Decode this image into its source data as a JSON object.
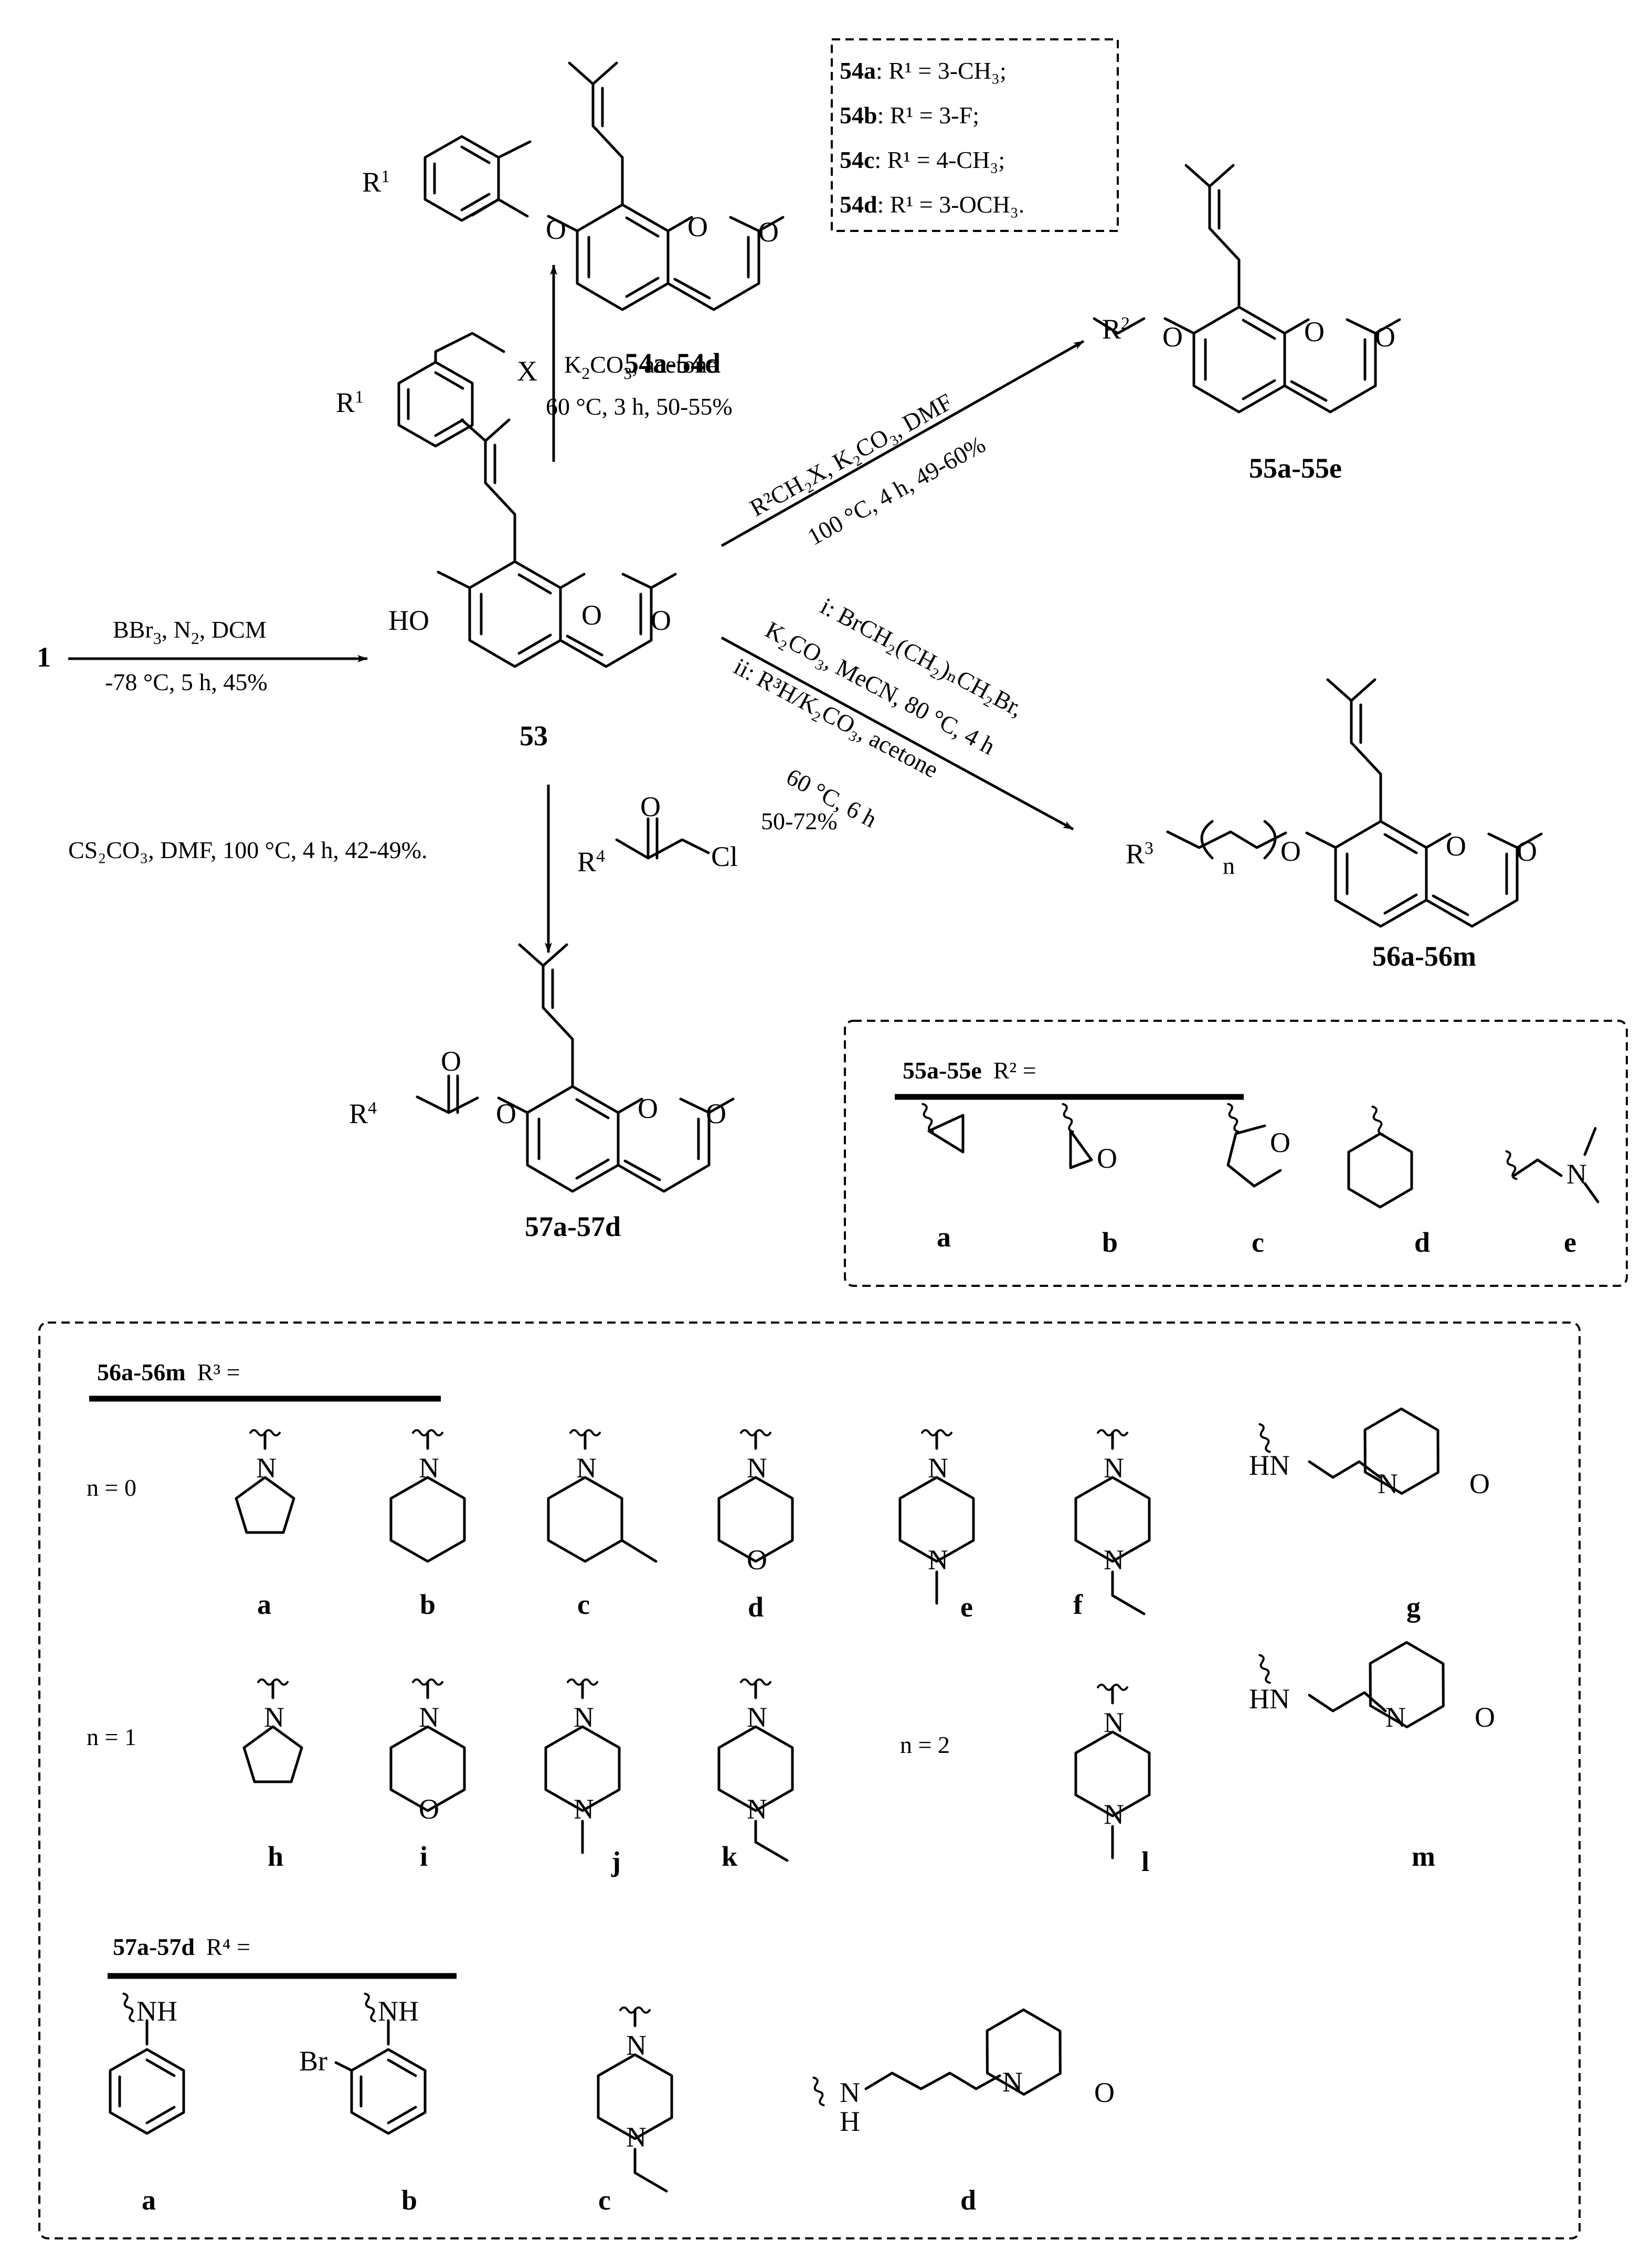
{
  "compounds": {
    "start": "1",
    "c53": "53",
    "c54": "54a-54d",
    "c55": "55a-55e",
    "c56": "56a-56m",
    "c57": "57a-57d"
  },
  "atoms": {
    "O": "O",
    "HO": "HO",
    "N": "N",
    "HN": "HN",
    "NH": "NH",
    "H": "H",
    "Br": "Br",
    "Cl": "Cl",
    "X": "X",
    "n": "n",
    "R1": "R",
    "R2": "R",
    "R3": "R",
    "R4": "R",
    "sup1": "1",
    "sup2": "2",
    "sup3": "3",
    "sup4": "4"
  },
  "reactions": {
    "r53_a": "BBr",
    "r53_b": "3",
    "r53_c": ", N",
    "r53_d": "2",
    "r53_e": ", DCM",
    "r53_line2": "-78 °C, 5 h, 45%",
    "r54_line1a": "K",
    "r54_line1b": "2",
    "r54_line1c": "CO",
    "r54_line1d": "3",
    "r54_line1e": ", acetone",
    "r54_line2": "60 °C, 3 h, 50-55%",
    "r55_line1": "R²CH₂X, K₂CO₃, DMF",
    "r55_line2": "100 °C, 4 h, 49-60%",
    "r56_line1": "i: BrCH₂(CH₂)ₙCH₂Br,",
    "r56_line2": "K₂CO₃,  MeCN, 80 °C, 4 h",
    "r56_line3": "ii: R³H/K₂CO₃,  acetone",
    "r56_line4": "60 °C, 6 h",
    "r56_line5": "50-72%",
    "r57_line1": "CS₂CO₃,  DMF, 100 °C, 4 h, 42-49%."
  },
  "box54": {
    "items": [
      {
        "id": "54a",
        "rest": ": R¹ = 3-CH₃;"
      },
      {
        "id": "54b",
        "rest": ": R¹ = 3-F;"
      },
      {
        "id": "54c",
        "rest": ": R¹ = 4-CH₃;"
      },
      {
        "id": "54d",
        "rest": ": R¹ = 3-OCH₃."
      }
    ]
  },
  "box55": {
    "title_id": "55a-55e",
    "title_rest": "R² =",
    "labels": [
      "a",
      "b",
      "c",
      "d",
      "e"
    ]
  },
  "box56": {
    "title_id": "56a-56m",
    "title_rest": "R³ =",
    "n0": "n = 0",
    "n1": "n = 1",
    "n2": "n = 2",
    "labels": [
      "a",
      "b",
      "c",
      "d",
      "e",
      "f",
      "g",
      "h",
      "i",
      "j",
      "k",
      "l",
      "m"
    ]
  },
  "box57": {
    "title_id": "57a-57d",
    "title_rest": "R⁴ =",
    "labels": [
      "a",
      "b",
      "c",
      "d"
    ]
  }
}
